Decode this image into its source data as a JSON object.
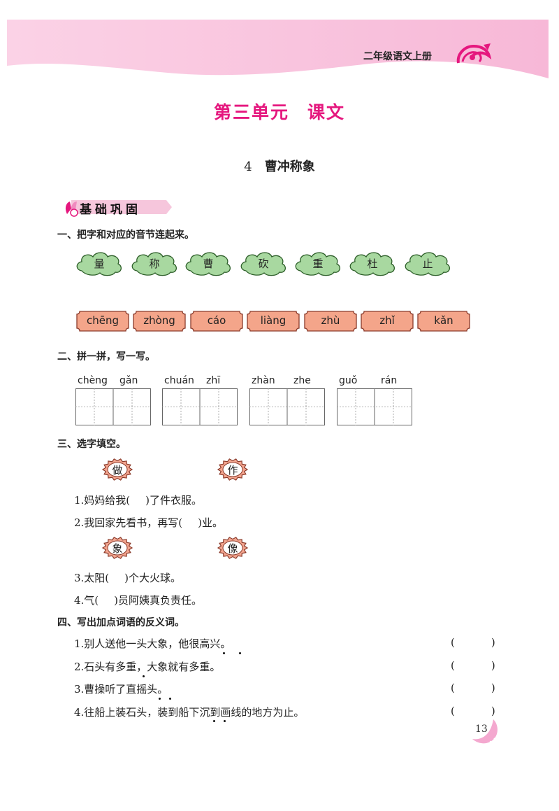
{
  "header": {
    "grade_label": "二年级语文上册",
    "brand_color": "#f9c3df",
    "accent_color": "#e5177e"
  },
  "unit_title": {
    "part1": "第三单元",
    "part2": "课文"
  },
  "lesson": {
    "number": "4",
    "title": "曹冲称象"
  },
  "section_banner": "基础巩固",
  "q1": {
    "heading": "一、把字和对应的音节连起来。",
    "chars": [
      "量",
      "称",
      "曹",
      "砍",
      "重",
      "杜",
      "止"
    ],
    "pinyin": [
      "chēng",
      "zhòng",
      "cáo",
      "liàng",
      "zhù",
      "zhǐ",
      "kǎn"
    ]
  },
  "q2": {
    "heading": "二、拼一拼，写一写。",
    "words": [
      {
        "a": "chèng",
        "b": "gǎn"
      },
      {
        "a": "chuán",
        "b": "zhī"
      },
      {
        "a": "zhàn",
        "b": "zhe"
      },
      {
        "a": "guǒ",
        "b": "rán"
      }
    ]
  },
  "q3": {
    "heading": "三、选字填空。",
    "pair1": [
      "做",
      "作"
    ],
    "pair1_sentences": [
      {
        "before": "1.妈妈给我(",
        "after": ")了件衣服。"
      },
      {
        "before": "2.我回家先看书，再写(",
        "after": ")业。"
      }
    ],
    "pair2": [
      "象",
      "像"
    ],
    "pair2_sentences": [
      {
        "before": "3.太阳(",
        "after": ")个大火球。"
      },
      {
        "before": "4.气(",
        "after": ")员阿姨真负责任。"
      }
    ]
  },
  "q4": {
    "heading": "四、写出加点词语的反义词。",
    "sentences": [
      "1.别人送他一头大象，他很高兴。",
      "2.石头有多重，大象就有多重。",
      "3.曹操听了直摇头。",
      "4.往船上装石头，装到船下沉到画线的地方为止。"
    ],
    "paren_open": "(",
    "paren_close": ")"
  },
  "page_number": "13"
}
